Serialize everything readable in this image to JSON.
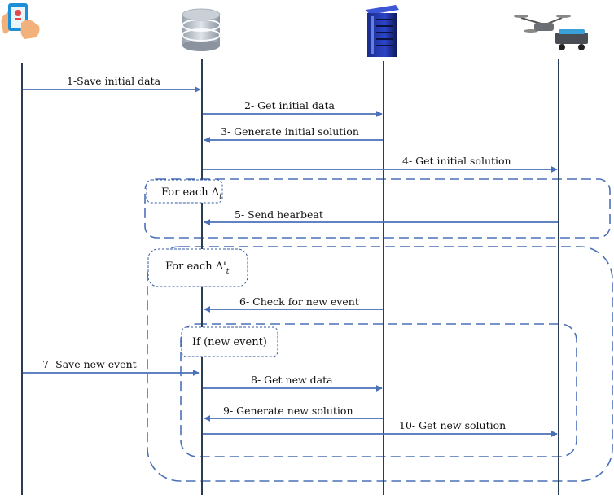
{
  "participants": [
    {
      "id": "user",
      "icon": "tablet-hand-icon"
    },
    {
      "id": "database",
      "icon": "database-icon"
    },
    {
      "id": "server",
      "icon": "server-rack-icon"
    },
    {
      "id": "vehicles",
      "icon": "drone-robot-icon"
    }
  ],
  "messages": [
    {
      "n": 1,
      "label": "1-Save initial data"
    },
    {
      "n": 2,
      "label": "2- Get initial data"
    },
    {
      "n": 3,
      "label": "3- Generate initial solution"
    },
    {
      "n": 4,
      "label": "4- Get initial solution"
    },
    {
      "n": 5,
      "label": "5- Send hearbeat"
    },
    {
      "n": 6,
      "label": "6- Check for new event"
    },
    {
      "n": 7,
      "label": "7- Save new event"
    },
    {
      "n": 8,
      "label": "8- Get new data"
    },
    {
      "n": 9,
      "label": "9- Generate new solution"
    },
    {
      "n": 10,
      "label": "10- Get new solution"
    }
  ],
  "frames": {
    "loop1": {
      "prefix": "For each Δ",
      "sub": "t"
    },
    "loop2": {
      "prefix": "For each Δ'",
      "sub": "t"
    },
    "condition": {
      "label": "If (new event)"
    }
  },
  "colors": {
    "arrow": "#4a70b8",
    "frame": "#4a70b8",
    "lifeline": "#2b3d55"
  }
}
